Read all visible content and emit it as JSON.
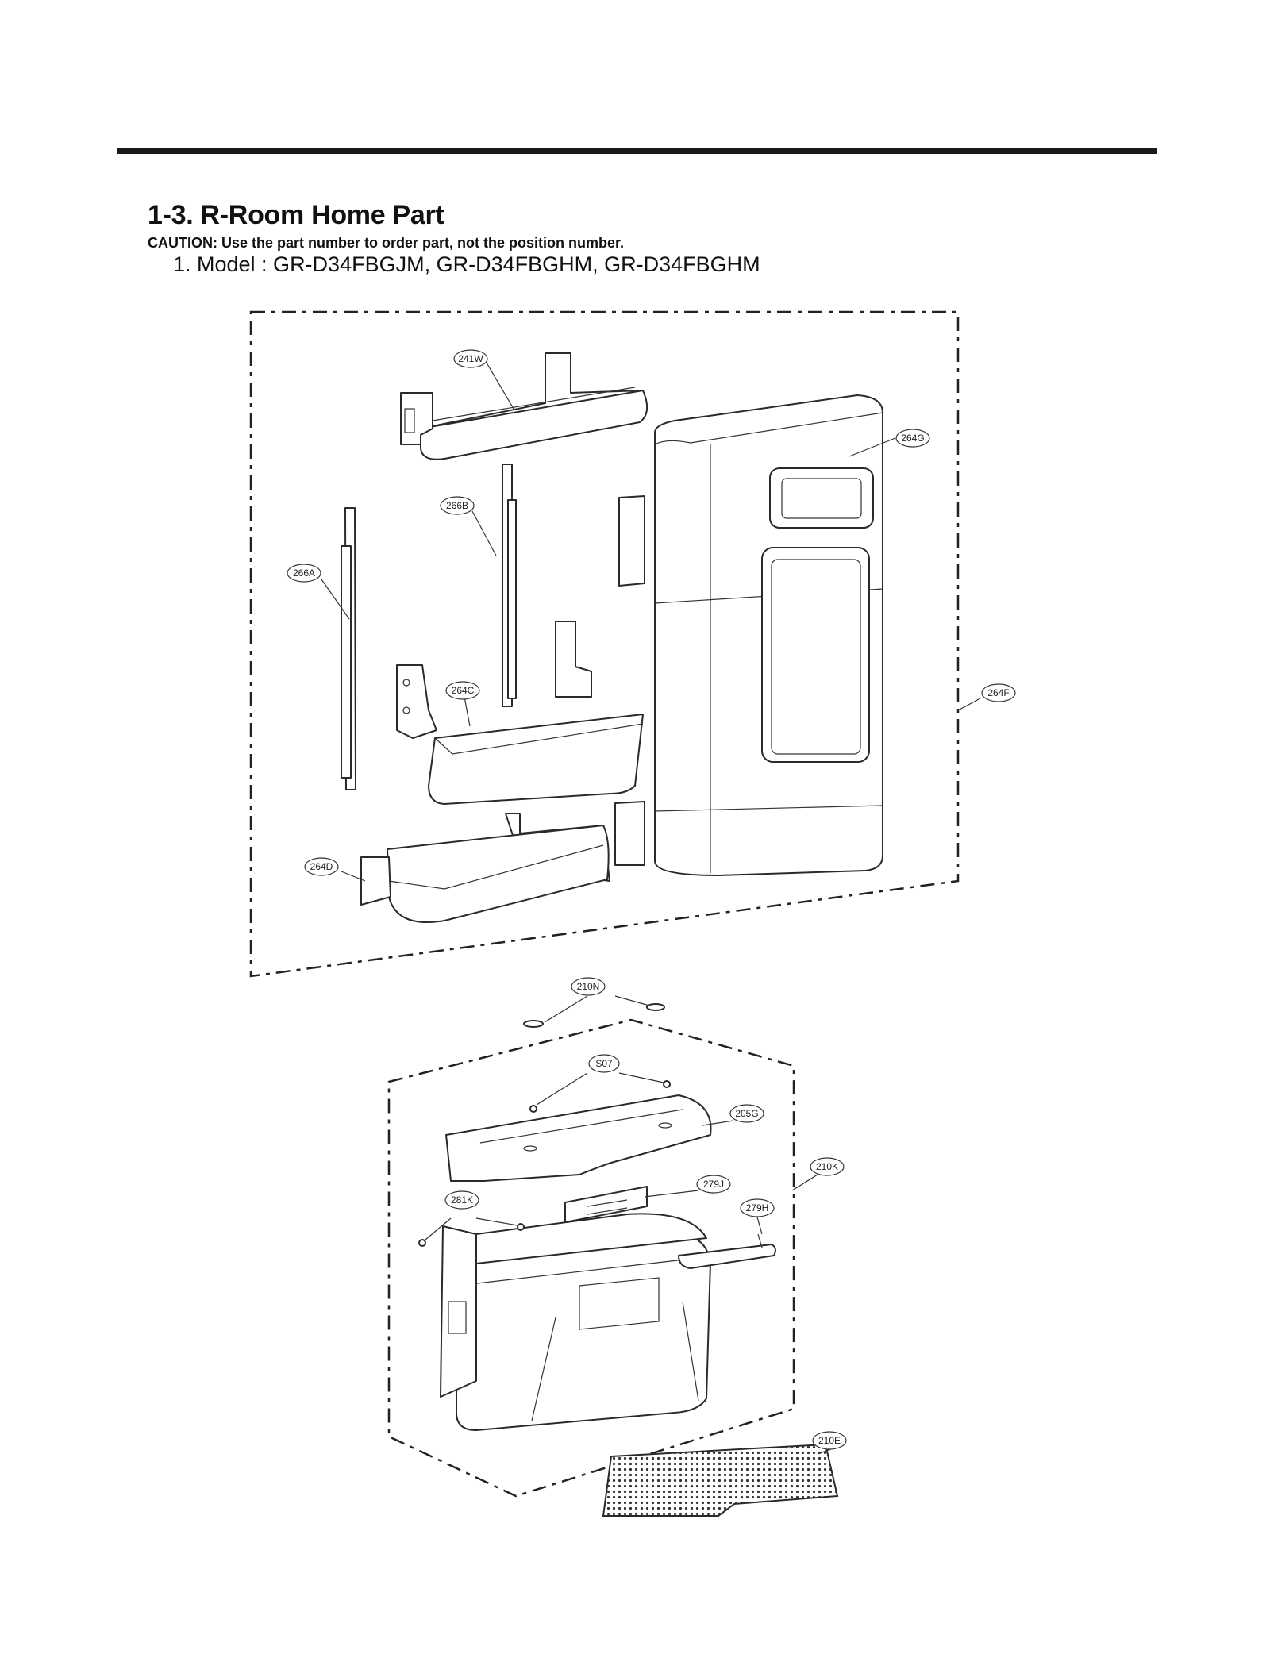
{
  "header": {
    "title": "1-3. R-Room Home Part",
    "caution": "CAUTION: Use the part number to order part, not the position number.",
    "model": "1. Model : GR-D34FBGJM, GR-D34FBGHM, GR-D34FBGHM"
  },
  "parts": {
    "p241W": "241W",
    "p264G": "264G",
    "p266B": "266B",
    "p266A": "266A",
    "p264C": "264C",
    "p264F": "264F",
    "p264D": "264D",
    "p210N": "210N",
    "pS07": "S07",
    "p205G": "205G",
    "p210K": "210K",
    "p279J": "279J",
    "p281K": "281K",
    "p279H": "279H",
    "p210E": "210E"
  }
}
